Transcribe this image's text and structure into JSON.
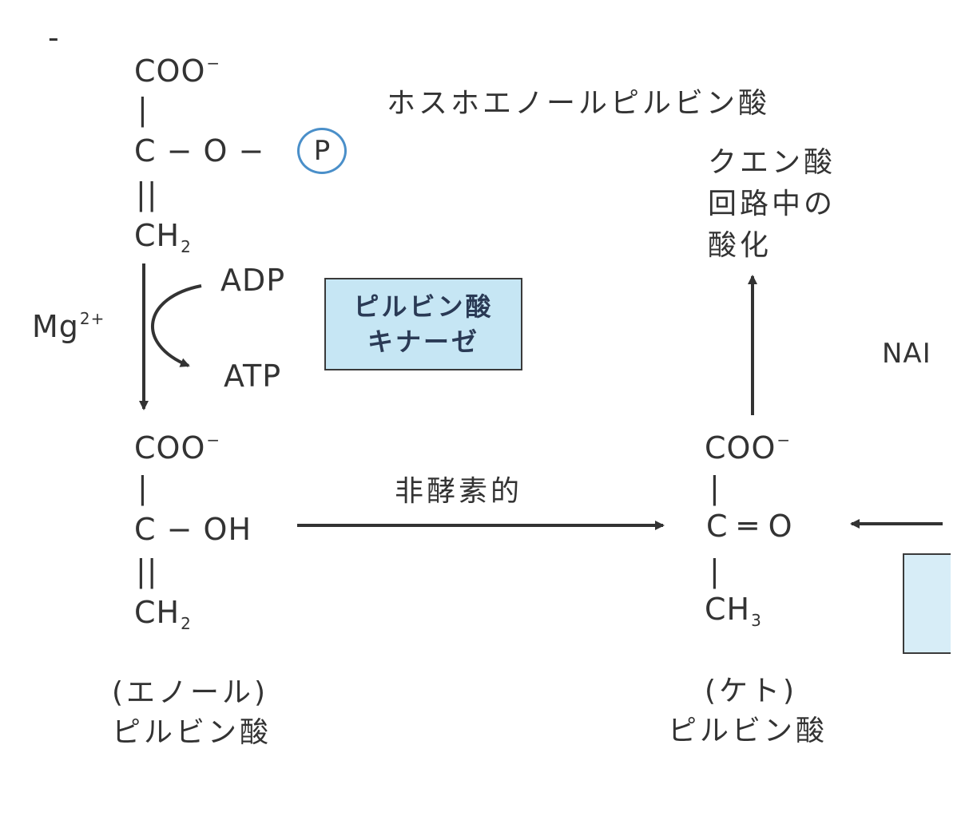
{
  "top_mark": "-",
  "pep": {
    "name": "ホスホエノールピルビン酸",
    "coo": "COO",
    "coo_charge": "−",
    "bond_single": "|",
    "c_row": "C − O −",
    "phosphate": "P",
    "bond_double": "||",
    "ch": "CH",
    "ch_sub": "2"
  },
  "reaction": {
    "cofactor": "Mg",
    "cofactor_charge": "2+",
    "adp": "ADP",
    "atp": "ATP",
    "enzyme_line1": "ピルビン酸",
    "enzyme_line2": "キナーゼ"
  },
  "enol": {
    "coo": "COO",
    "coo_charge": "−",
    "bond_single": "|",
    "c_row": "C − OH",
    "bond_double": "||",
    "ch": "CH",
    "ch_sub": "2",
    "caption_line1": "(エノール)",
    "caption_line2": "ピルビン酸"
  },
  "nonenzymatic": "非酵素的",
  "keto": {
    "coo": "COO",
    "coo_charge": "−",
    "bond_single": "|",
    "c_row": "C ═ O",
    "bond_single2": "|",
    "ch": "CH",
    "ch_sub": "3",
    "caption_line1": "(ケト)",
    "caption_line2": "ピルビン酸"
  },
  "citric": {
    "line1": "クエン酸",
    "line2": "回路中の",
    "line3": "酸化"
  },
  "nad_partial": "NAI",
  "colors": {
    "enzyme_fill": "#c6e6f4",
    "phosphate_ring": "#4a8fc9",
    "arrow": "#333333"
  }
}
